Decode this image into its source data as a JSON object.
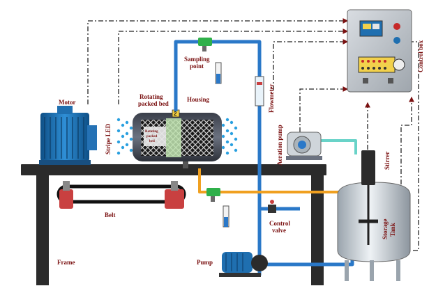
{
  "labels": {
    "motor": "Motor",
    "rotating_packed_bed": "Rotating",
    "rotating_packed_bed_2": "packed bed",
    "housing": "Housing",
    "stripe_led": "Stripe LED",
    "inner_rpb_1": "Rotating",
    "inner_rpb_2": "packed",
    "inner_rpb_3": "bed",
    "rpb_number": "2",
    "sampling_point_1": "Sampling",
    "sampling_point_2": "point",
    "flowmeter": "Flowmeter",
    "aeration_pump": "Aeration pump",
    "control_box": "Control box",
    "stirrer": "Stirrer",
    "storage_tank_1": "Storage",
    "storage_tank_2": "Tank",
    "belt": "Belt",
    "control_valve_1": "Control",
    "control_valve_2": "valve",
    "frame": "Frame",
    "pump": "Pump"
  },
  "colors": {
    "pipe_blue": "#2a78c8",
    "pipe_orange": "#f0a020",
    "pipe_teal": "#69d3c8",
    "label_red": "#7a1010",
    "motor_blue": "#1f6fb0",
    "frame_dark": "#2b2b2b"
  }
}
